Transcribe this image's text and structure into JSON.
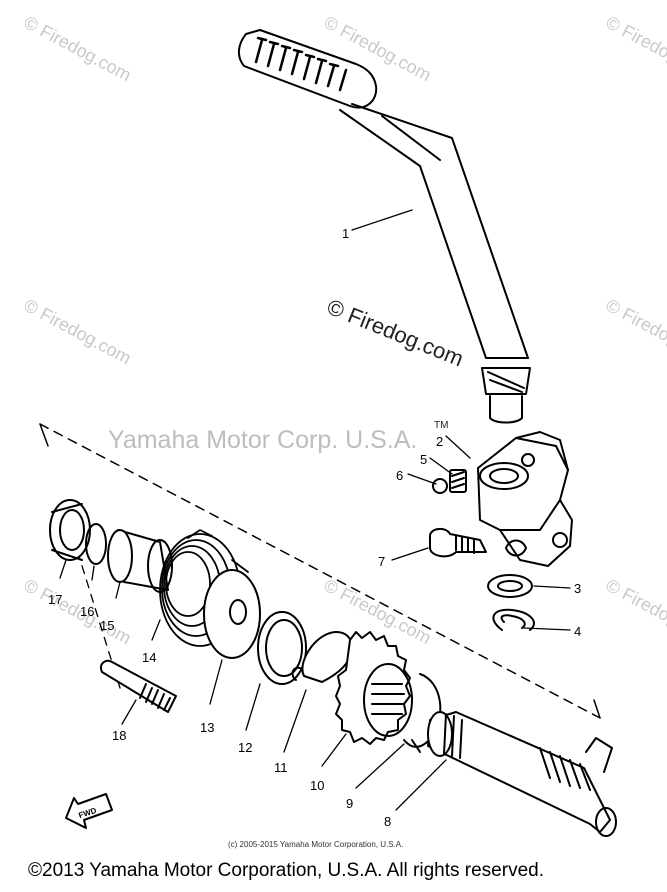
{
  "watermarks": {
    "corner_text": "© Firedog.com",
    "center_text": "© Firedog.com",
    "brand_text": "Yamaha Motor Corp. U.S.A.",
    "tm_text": "TM"
  },
  "diagram": {
    "part_numbers": [
      "1",
      "2",
      "3",
      "4",
      "5",
      "6",
      "7",
      "8",
      "9",
      "10",
      "11",
      "12",
      "13",
      "14",
      "15",
      "16",
      "17",
      "18"
    ],
    "fwd_label": "FWD"
  },
  "copyright_small": "(c) 2005-2015 Yamaha Motor Corporation, U.S.A.",
  "footer_copyright": "©2013 Yamaha Motor Corporation, U.S.A. All rights reserved."
}
